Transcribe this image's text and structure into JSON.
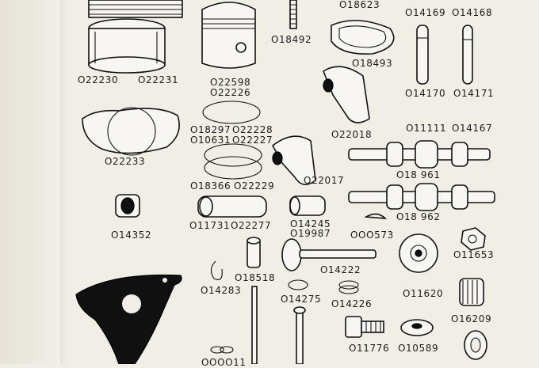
{
  "parts": {
    "p018623": "O18623",
    "p014169": "O14169",
    "p014168": "O14168",
    "p018492": "O18492",
    "p018493": "O18493",
    "p022230": "O22230",
    "p022231": "O22231",
    "p022598": "O22598",
    "p022226": "O22226",
    "p014170": "O14170",
    "p014171": "O14171",
    "p011111": "O11111",
    "p014167": "O14167",
    "p018297": "O18297",
    "p022228": "O22228",
    "p010631": "O10631",
    "p022227": "O22227",
    "p022018": "O22018",
    "p022233": "O22233",
    "p018961": "O18 961",
    "p018366": "O18366",
    "p022229": "O22229",
    "p022017": "O22017",
    "p014352": "O14352",
    "p011731": "O11731",
    "p022277": "O22277",
    "p014245": "O14245",
    "p019987": "O19987",
    "p018962": "O18 962",
    "p000573": "OOO573",
    "p011653": "O11653",
    "p018518": "O18518",
    "p014222": "O14222",
    "p014283": "O14283",
    "p014275": "O14275",
    "p014226": "O14226",
    "p011620": "O11620",
    "p016209": "O16209",
    "p011776": "O11776",
    "p010589": "O10589",
    "p000011": "OOOO11"
  }
}
